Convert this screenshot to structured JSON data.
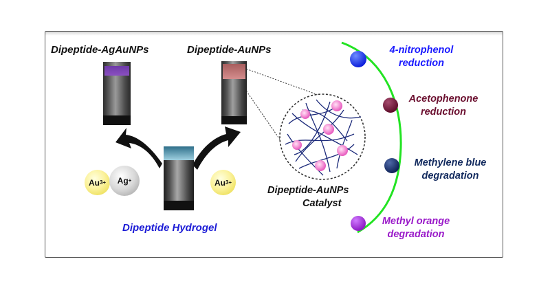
{
  "titles": {
    "agau": "Dipeptide-AgAuNPs",
    "au": "Dipeptide-AuNPs",
    "hydrogel": "Dipeptide Hydrogel",
    "catalyst_line1": "Dipeptide-AuNPs",
    "catalyst_line2": "Catalyst"
  },
  "ions": {
    "au_left": {
      "symbol": "Au",
      "charge": "3+"
    },
    "ag": {
      "symbol": "Ag",
      "charge": "+"
    },
    "au_right": {
      "symbol": "Au",
      "charge": "3+"
    }
  },
  "applications": [
    {
      "line1": "4-nitrophenol",
      "line2": "reduction",
      "color": "#1a1aff"
    },
    {
      "line1": "Acetophenone",
      "line2": "reduction",
      "color": "#6b0f2f"
    },
    {
      "line1": "Methylene blue",
      "line2": "degradation",
      "color": "#122a5e"
    },
    {
      "line1": "Methyl orange",
      "line2": "degradation",
      "color": "#9a1ac9"
    }
  ],
  "colors": {
    "arc": "#22e322",
    "hydrogel_label": "#1b1bd6",
    "fiber": "#1c2a7a",
    "nanoparticle": "#f06fc4",
    "agau_vial_top": "#8a4fc0",
    "au_vial_top": "#c77a7a"
  }
}
